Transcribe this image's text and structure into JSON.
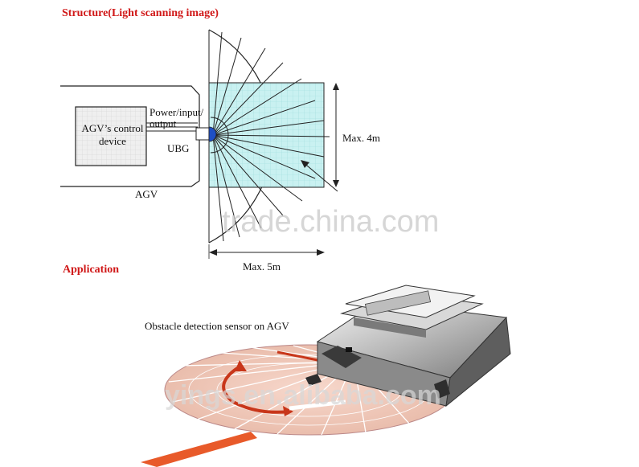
{
  "structure": {
    "title": "Structure(Light scanning image)",
    "control_device": "AGV’s control device",
    "power_label_1": "Power/input/",
    "power_label_2": "output",
    "ubg_label": "UBG",
    "agv_label": "AGV",
    "max_height": "Max. 4m",
    "max_width": "Max. 5m"
  },
  "application": {
    "title": "Application",
    "caption": "Obstacle detection sensor on AGV"
  },
  "watermarks": {
    "primary": "trade.china.com",
    "secondary": "yings.en.alibaba.com"
  },
  "colors": {
    "heading": "#d01818",
    "scan_area": "#c7f0f0",
    "beam": "#e85a2a",
    "disc": "#f0c8b8"
  },
  "icons": {
    "sensor": "sensor-head-icon",
    "arrow": "scan-rotation-arrow-icon"
  }
}
